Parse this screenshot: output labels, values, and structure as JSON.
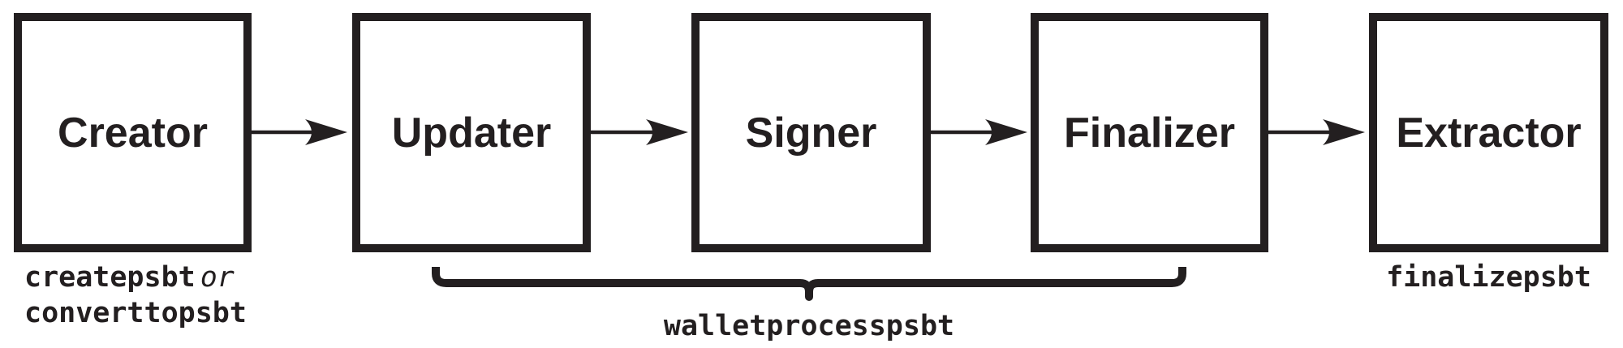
{
  "colors": {
    "ink": "#231f20",
    "background": "#ffffff"
  },
  "boxes": [
    {
      "id": "creator",
      "label": "Creator"
    },
    {
      "id": "updater",
      "label": "Updater"
    },
    {
      "id": "signer",
      "label": "Signer"
    },
    {
      "id": "finalizer",
      "label": "Finalizer"
    },
    {
      "id": "extractor",
      "label": "Extractor"
    }
  ],
  "arrows": [
    {
      "from": "Creator",
      "to": "Updater"
    },
    {
      "from": "Updater",
      "to": "Signer"
    },
    {
      "from": "Signer",
      "to": "Finalizer"
    },
    {
      "from": "Finalizer",
      "to": "Extractor"
    }
  ],
  "captions": {
    "creator": {
      "code1": "createpsbt",
      "conjunction": "or",
      "code2": "converttopsbt"
    },
    "brace": {
      "label": "walletprocesspsbt"
    },
    "extractor": {
      "code": "finalizepsbt"
    }
  }
}
